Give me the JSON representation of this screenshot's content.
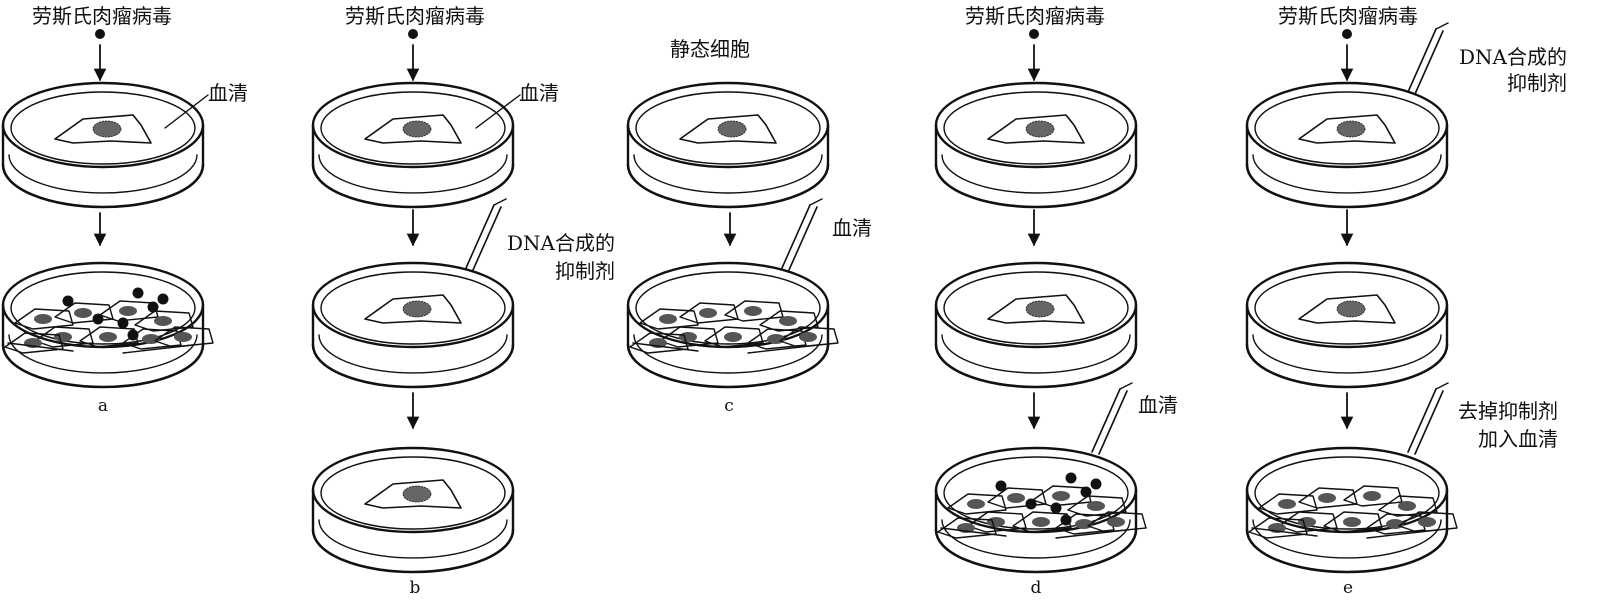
{
  "virus_label": "劳斯氏肉瘤病毒",
  "serum_label": "血清",
  "inhibitor_label": "DNA合成的\n抑制剂",
  "quiescent_label": "静态细胞",
  "remove_label": "去掉抑制剂\n加入血清",
  "panels": [
    "a",
    "b",
    "c",
    "d",
    "e"
  ]
}
